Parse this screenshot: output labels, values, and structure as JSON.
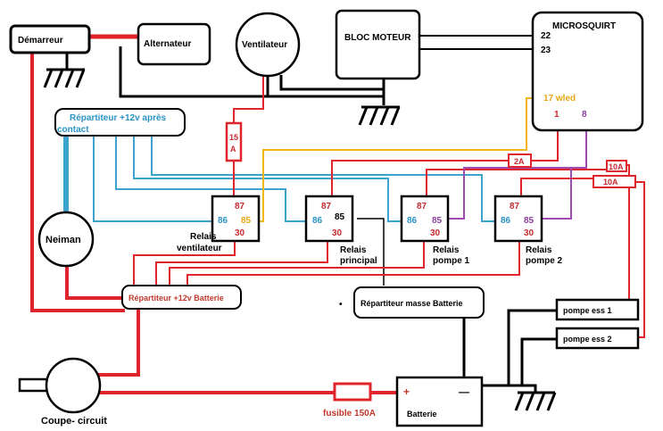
{
  "components": {
    "demarreur": "Démarreur",
    "alternateur": "Alternateur",
    "ventilateur": "Ventilateur",
    "bloc_moteur": "BLOC MOTEUR",
    "microsquirt": "MICROSQUIRT",
    "micro_pin_22": "22",
    "micro_pin_23": "23",
    "micro_pin_17": "17 wled",
    "micro_pin_1": "1",
    "micro_pin_8": "8",
    "repartiteur_contact_line1": "Répartiteur +12v après",
    "repartiteur_contact_line2": "contact",
    "neiman": "Neiman",
    "repartiteur_batterie": "Répartiteur +12v Batterie",
    "repartiteur_masse": "Répartiteur masse Batterie",
    "masse_dot": "•",
    "coupe_circuit": "Coupe- circuit",
    "fusible": "fusible 150A",
    "batterie": "Batterie",
    "batterie_plus": "+",
    "batterie_minus": "—",
    "pompe_ess_1": "pompe ess 1",
    "pompe_ess_2": "pompe ess 2",
    "fuse_15a_line1": "15",
    "fuse_15a_line2": "A",
    "fuse_2a": "2A",
    "fuse_10a_1": "10A",
    "fuse_10a_2": "10A"
  },
  "relays": [
    {
      "name_line1": "Relais",
      "name_line2": "ventilateur",
      "pin87": "87",
      "pin86": "86",
      "pin85": "85",
      "pin30": "30"
    },
    {
      "name_line1": "Relais",
      "name_line2": "principal",
      "pin87": "87",
      "pin86": "86",
      "pin85": "85",
      "pin30": "30"
    },
    {
      "name_line1": "Relais",
      "name_line2": "pompe 1",
      "pin87": "87",
      "pin86": "86",
      "pin85": "85",
      "pin30": "30"
    },
    {
      "name_line1": "Relais",
      "name_line2": "pompe 2",
      "pin87": "87",
      "pin86": "86",
      "pin85": "85",
      "pin30": "30"
    }
  ],
  "colors": {
    "power": "#e0242c",
    "ground": "#000000",
    "switched": "#3aa3cf",
    "signal": "#f2b51c",
    "pump_control": "#9d4bb0",
    "pin_red": "#c62a30",
    "pin_blue": "#2a93c4",
    "pin_yellow": "#e8a811",
    "pin_purple": "#8a3d9d",
    "batt_label": "#c0392b"
  }
}
